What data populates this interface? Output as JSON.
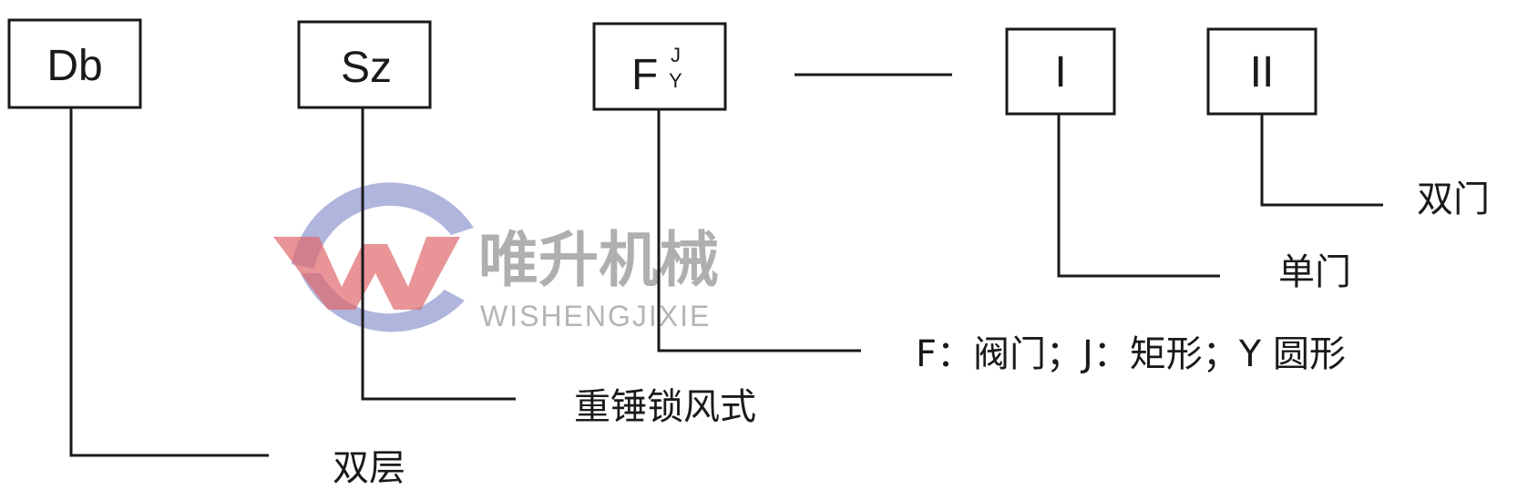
{
  "boxes": {
    "db": "Db",
    "sz": "Sz",
    "f_main": "F",
    "f_sup_top": "J",
    "f_sup_bottom": "Y",
    "single": "I",
    "double": "II"
  },
  "labels": {
    "double_layer": "双层",
    "heavy_hammer_lock": "重锤锁风式",
    "valve_shape": "F：阀门；J：矩形；Y  圆形",
    "single_door": "单门",
    "double_door": "双门"
  },
  "watermark": {
    "brand": "唯升机械",
    "brand_en": "WISHENGJIXIE"
  },
  "colors": {
    "line": "#1a1a1a",
    "watermark_blue": "#7b83c7",
    "watermark_red": "#e0666b",
    "watermark_text": "#6f6f6f"
  }
}
